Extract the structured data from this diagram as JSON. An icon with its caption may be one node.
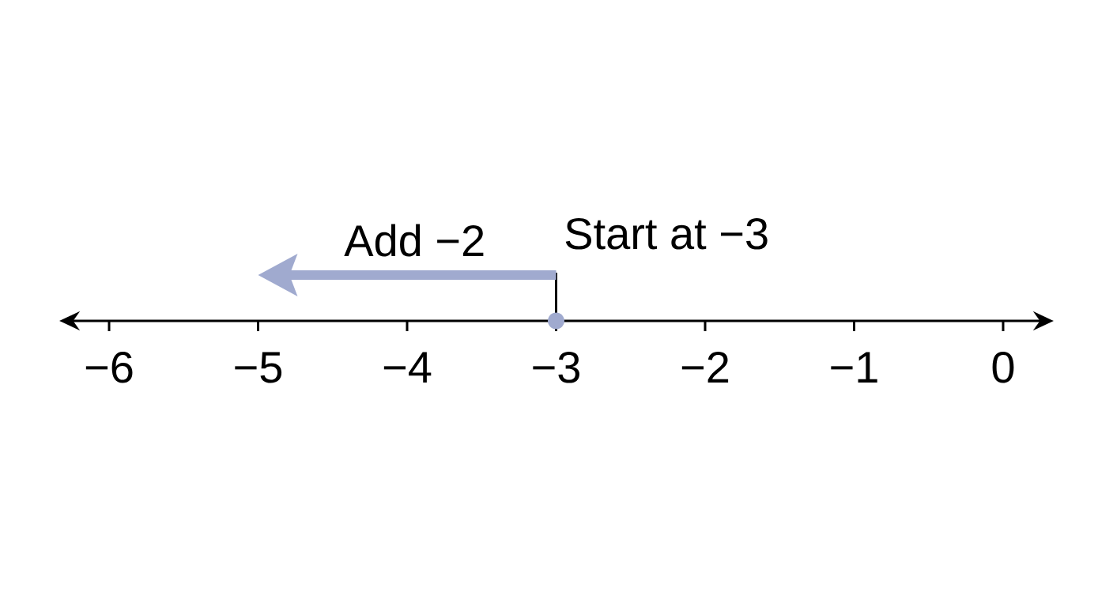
{
  "diagram": {
    "labels": [
      "Add −2",
      "Start at −3",
      "−6",
      "−5",
      "−4",
      "−3",
      "−2",
      "−1",
      "0"
    ]
  }
}
